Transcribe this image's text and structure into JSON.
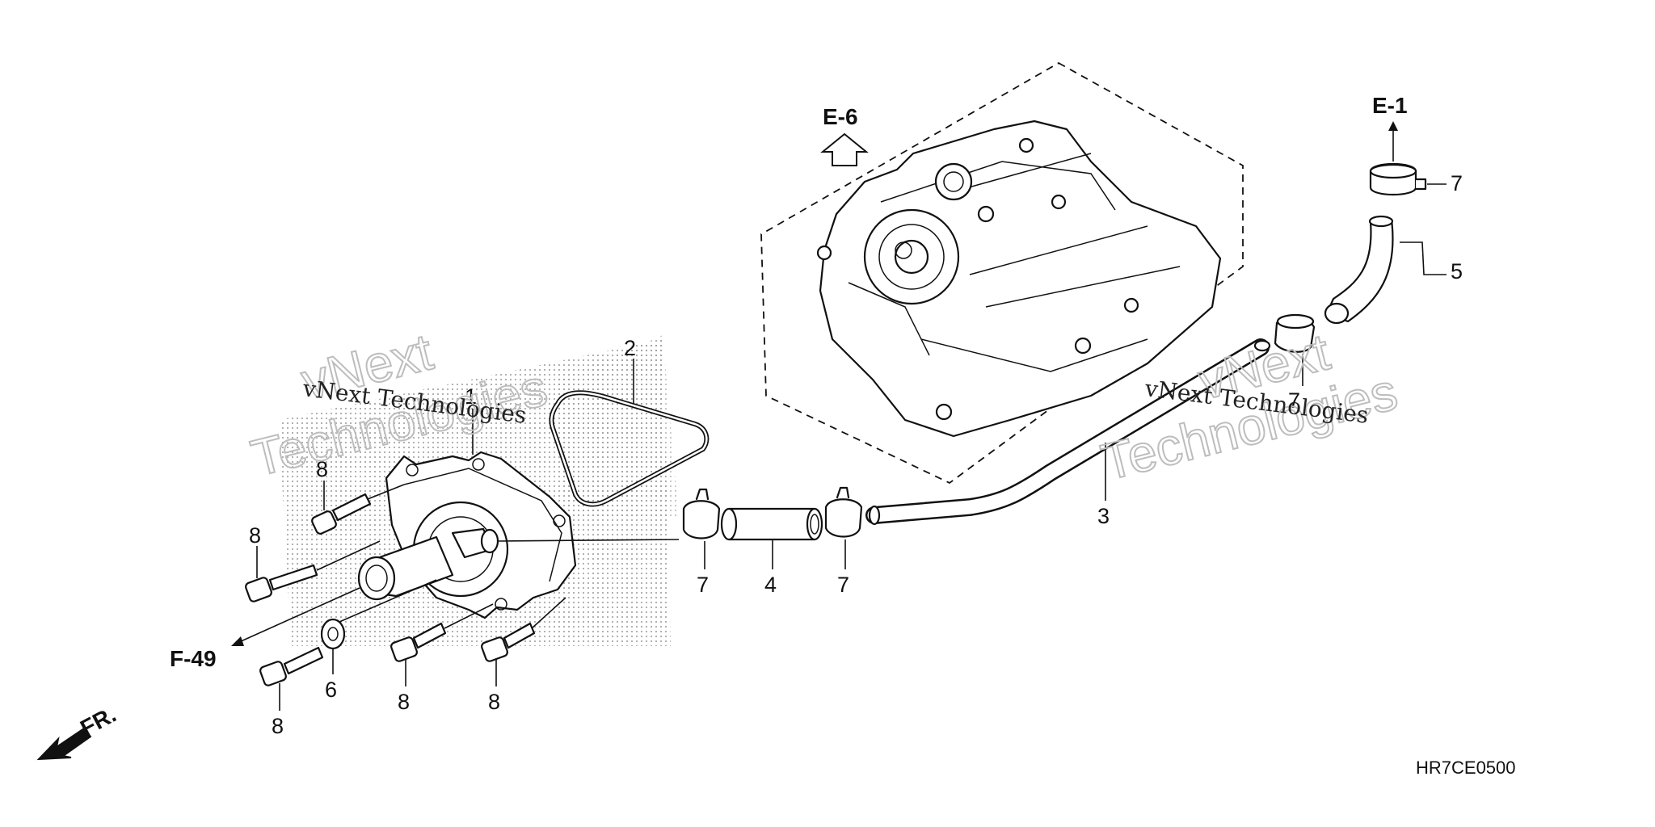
{
  "diagram": {
    "part_code": "HR7CE0500",
    "references": {
      "e6": "E-6",
      "e1": "E-1",
      "f49": "F-49",
      "front": "FR."
    },
    "callouts": {
      "p1": "1",
      "p2": "2",
      "p3": "3",
      "p4": "4",
      "p5": "5",
      "p6": "6",
      "p7a": "7",
      "p7b": "7",
      "p7c": "7",
      "p7d": "7",
      "p8a": "8",
      "p8b": "8",
      "p8c": "8",
      "p8d": "8",
      "p8e": "8"
    },
    "watermarks": {
      "left_large_1": "vNext",
      "left_large_2": "Technologies",
      "left_small": "vNext Technologies",
      "right_large_1": "vNext",
      "right_large_2": "Technologies",
      "right_small": "vNext Technologies"
    }
  }
}
